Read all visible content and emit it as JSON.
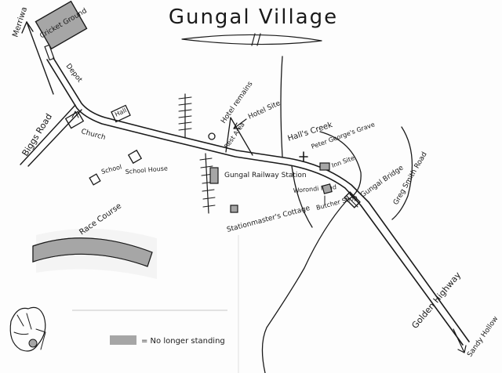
{
  "title": "Gungal Village",
  "colors": {
    "ink": "#1a1a1a",
    "no_longer_standing": "#a6a6a6",
    "paper": "#fdfdfd"
  },
  "labels": {
    "merriwa": "Merriwa",
    "cricket_ground": "Cricket Ground",
    "depot": "Depot",
    "biggs_road": "Biggs Road",
    "church": "Church",
    "hall": "Hall",
    "school": "School",
    "school_house": "School House",
    "hotel_remains": "Hotel remains",
    "hotel_site": "Hotel Site",
    "rest_area": "Rest Area",
    "halls_creek": "Hall's Creek",
    "peter_georges_grave": "Peter George's Grave",
    "inn_site": "Inn Site",
    "gungal_railway_station": "Gungal Railway Station",
    "station_masters_cottage": "Stationmaster's Cottage",
    "worondi_road": "Worondi Road",
    "butcher_shop": "Butcher Shop",
    "gungal_bridge": "Gungal Bridge",
    "greg_smith_road": "Greg Smith Road",
    "race_course": "Race Course",
    "golden_highway": "Golden Highway",
    "sandy_hollow": "Sandy Hollow"
  },
  "legend": {
    "text": "= No longer standing"
  }
}
